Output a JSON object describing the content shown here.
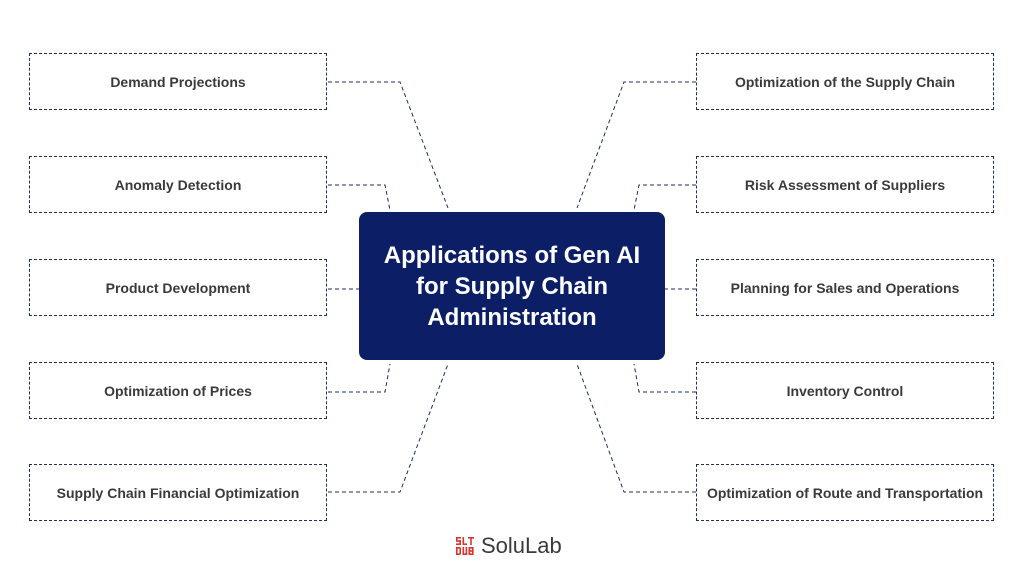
{
  "center": {
    "title": "Applications of Gen AI for Supply Chain Administration"
  },
  "left_items": [
    "Demand Projections",
    "Anomaly Detection",
    "Product Development",
    "Optimization of Prices",
    "Supply Chain Financial Optimization"
  ],
  "right_items": [
    "Optimization of the Supply Chain",
    "Risk Assessment of Suppliers",
    "Planning for Sales and Operations",
    "Inventory Control",
    "Optimization of Route and Transportation"
  ],
  "brand": {
    "name": "SoluLab",
    "logo_letters": "SLTDUB",
    "accent": "#d9342b",
    "center_color": "#0c1f66",
    "line_color": "#1f2d5c"
  },
  "icons": {
    "logo": "solulab-logo-icon"
  }
}
